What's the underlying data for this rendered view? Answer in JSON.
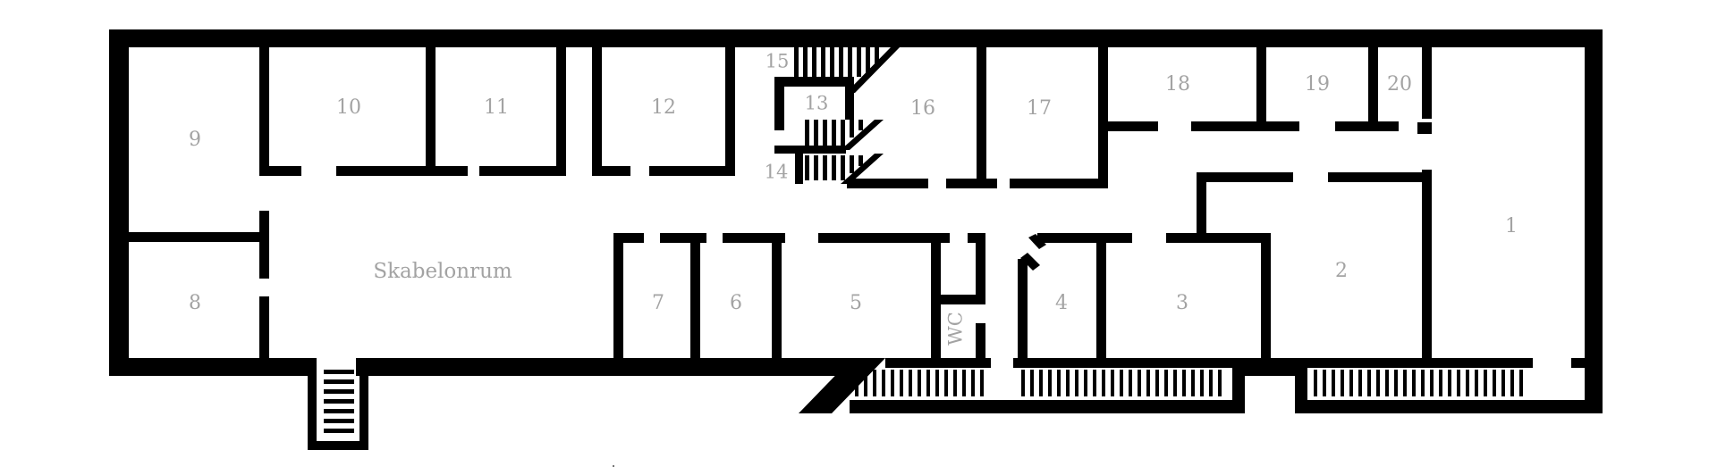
{
  "floor_plan": {
    "rooms": [
      {
        "id": "r1",
        "label": "1"
      },
      {
        "id": "r2",
        "label": "2"
      },
      {
        "id": "r3",
        "label": "3"
      },
      {
        "id": "r4",
        "label": "4"
      },
      {
        "id": "r5",
        "label": "5"
      },
      {
        "id": "r6",
        "label": "6"
      },
      {
        "id": "r7",
        "label": "7"
      },
      {
        "id": "r8",
        "label": "8"
      },
      {
        "id": "r9",
        "label": "9"
      },
      {
        "id": "r10",
        "label": "10"
      },
      {
        "id": "r11",
        "label": "11"
      },
      {
        "id": "r12",
        "label": "12"
      },
      {
        "id": "r13",
        "label": "13"
      },
      {
        "id": "r14",
        "label": "14"
      },
      {
        "id": "r15",
        "label": "15"
      },
      {
        "id": "r16",
        "label": "16"
      },
      {
        "id": "r17",
        "label": "17"
      },
      {
        "id": "r18",
        "label": "18"
      },
      {
        "id": "r19",
        "label": "19"
      },
      {
        "id": "r20",
        "label": "20"
      },
      {
        "id": "wc",
        "label": "WC"
      },
      {
        "id": "skabelonrum",
        "label": "Skabelonrum"
      }
    ],
    "colors": {
      "wall": "#000000",
      "label": "#a3a3a3",
      "background": "#ffffff"
    }
  }
}
